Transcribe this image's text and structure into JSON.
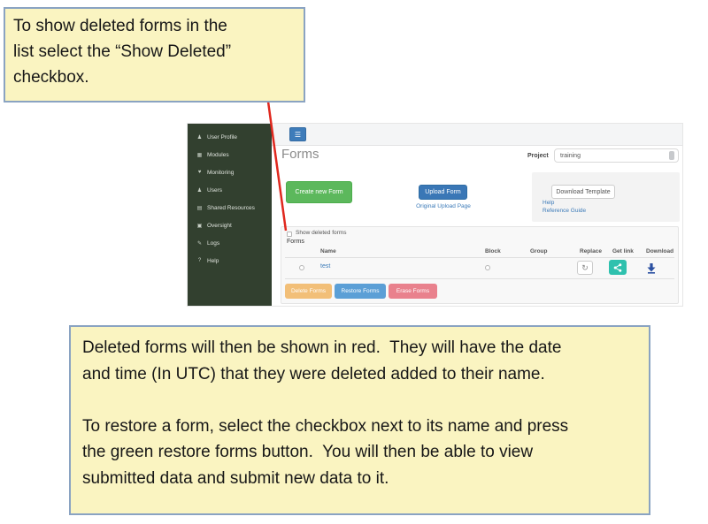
{
  "callouts": {
    "top": "To show deleted forms in the\nlist select the “Show Deleted”\ncheckbox.",
    "bottom": "Deleted forms will then be shown in red.  They will have the date\nand time (In UTC) that they were deleted added to their name.\n\nTo restore a form, select the checkbox next to its name and press\nthe green restore forms button.  You will then be able to view\nsubmitted data and submit new data to it."
  },
  "app": {
    "menu_icon": "☰",
    "sidebar": {
      "items": [
        {
          "label": "User Profile",
          "icon": "user-icon",
          "glyph": "♟"
        },
        {
          "label": "Modules",
          "icon": "modules-icon",
          "glyph": "▦"
        },
        {
          "label": "Monitoring",
          "icon": "monitoring-icon",
          "glyph": "♥"
        },
        {
          "label": "Users",
          "icon": "users-icon",
          "glyph": "♟"
        },
        {
          "label": "Shared Resources",
          "icon": "shared-resources-icon",
          "glyph": "▤"
        },
        {
          "label": "Oversight",
          "icon": "oversight-icon",
          "glyph": "▣"
        },
        {
          "label": "Logs",
          "icon": "logs-icon",
          "glyph": "✎"
        },
        {
          "label": "Help",
          "icon": "help-icon",
          "glyph": "?"
        }
      ]
    },
    "header": {
      "title": "Forms",
      "project_label": "Project",
      "project_value": "training"
    },
    "toolbar": {
      "create_button": "Create new Form",
      "upload_button": "Upload Form",
      "upload_page_link": "Original Upload Page",
      "download_template_button": "Download Template",
      "help_link": "Help",
      "reference_link": "Reference Guide"
    },
    "forms_panel": {
      "show_deleted_label": "Show deleted forms",
      "section_label": "Forms",
      "table": {
        "headers": [
          "Name",
          "Block",
          "Group",
          "Replace",
          "Get link",
          "Download"
        ],
        "rows": [
          {
            "name": "test"
          }
        ],
        "replace_glyph": "↻"
      },
      "actions": {
        "delete": "Delete Forms",
        "restore": "Restore Forms",
        "erase": "Erase Forms"
      }
    }
  },
  "colors": {
    "callout_bg": "#FAF4C1",
    "callout_border": "#8AA3C2",
    "pointer_line": "#E0281E",
    "sidebar_bg": "#32402F",
    "create_green": "#5CB85C",
    "upload_blue": "#3A77B6",
    "link_blue": "#3B7AB8",
    "delete_orange": "#F2BF78",
    "restore_blue": "#5B9FD6",
    "erase_red": "#E9818D",
    "getlink_teal": "#2FC1AE",
    "download_blue": "#2B50A1"
  }
}
